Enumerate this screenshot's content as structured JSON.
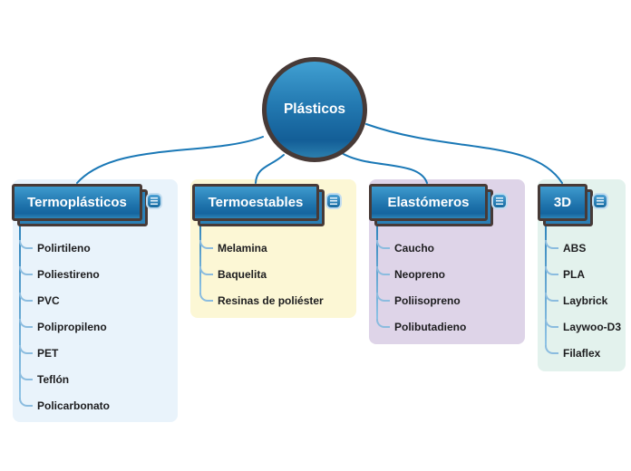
{
  "root_node": {
    "label": "Plásticos"
  },
  "branches": [
    {
      "label": "Termoplásticos",
      "icon": "notes-icon",
      "panel_color": "#e9f3fb",
      "items": [
        "Polirtileno",
        "Poliestireno",
        "PVC",
        "Polipropileno",
        "PET",
        "Teflón",
        "Policarbonato"
      ]
    },
    {
      "label": "Termoestables",
      "icon": "notes-icon",
      "panel_color": "#fcf7d5",
      "items": [
        "Melamina",
        "Baquelita",
        "Resinas de poliéster"
      ]
    },
    {
      "label": "Elastómeros",
      "icon": "notes-icon",
      "panel_color": "#ded4e8",
      "items": [
        "Caucho",
        "Neopreno",
        "Poliisopreno",
        "Polibutadieno"
      ]
    },
    {
      "label": "3D",
      "icon": "notes-icon",
      "panel_color": "#e3f2ed",
      "items": [
        "ABS",
        "PLA",
        "Laybrick",
        "Laywoo-D3",
        "Filaflex"
      ]
    }
  ],
  "colors": {
    "node_border": "#473a37",
    "node_fill_top": "#41a0d2",
    "node_fill_bottom": "#135e97",
    "connector": "#1a78b6",
    "branch_line": "#5fa3cf",
    "tick": "#8bbcdf",
    "node_text": "#ffffff",
    "item_text": "#1d1d1f"
  }
}
